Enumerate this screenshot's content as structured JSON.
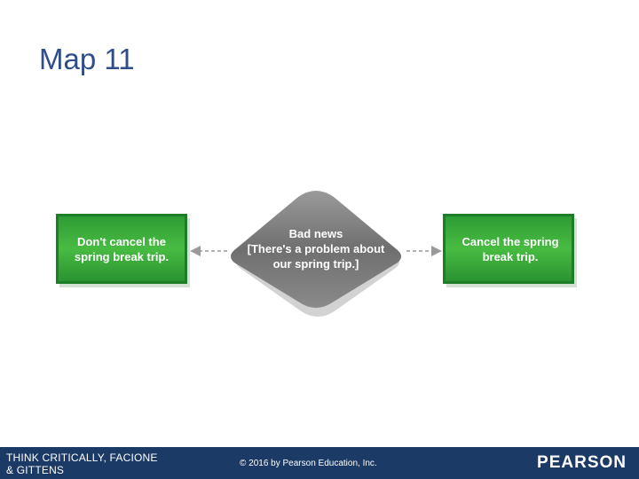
{
  "slide": {
    "title": "Map 11"
  },
  "diagram": {
    "left_box": {
      "line1": "Don't cancel the",
      "line2": "spring break trip."
    },
    "center_diamond": {
      "line1": "Bad news",
      "line2": "[There's a problem about",
      "line3": "our spring trip.]"
    },
    "right_box": {
      "line1": "Cancel the spring",
      "line2": "break trip."
    },
    "colors": {
      "box_green_dark": "#1f8a2a",
      "box_green_light": "#4cc046",
      "diamond_gray": "#7a7a7a",
      "arrow_gray": "#9a9a9a"
    }
  },
  "footer": {
    "left_line1": "THINK CRITICALLY, FACIONE",
    "left_line2": "& GITTENS",
    "center": "© 2016 by Pearson Education, Inc.",
    "logo": "PEARSON",
    "background": "#1b3a66"
  }
}
